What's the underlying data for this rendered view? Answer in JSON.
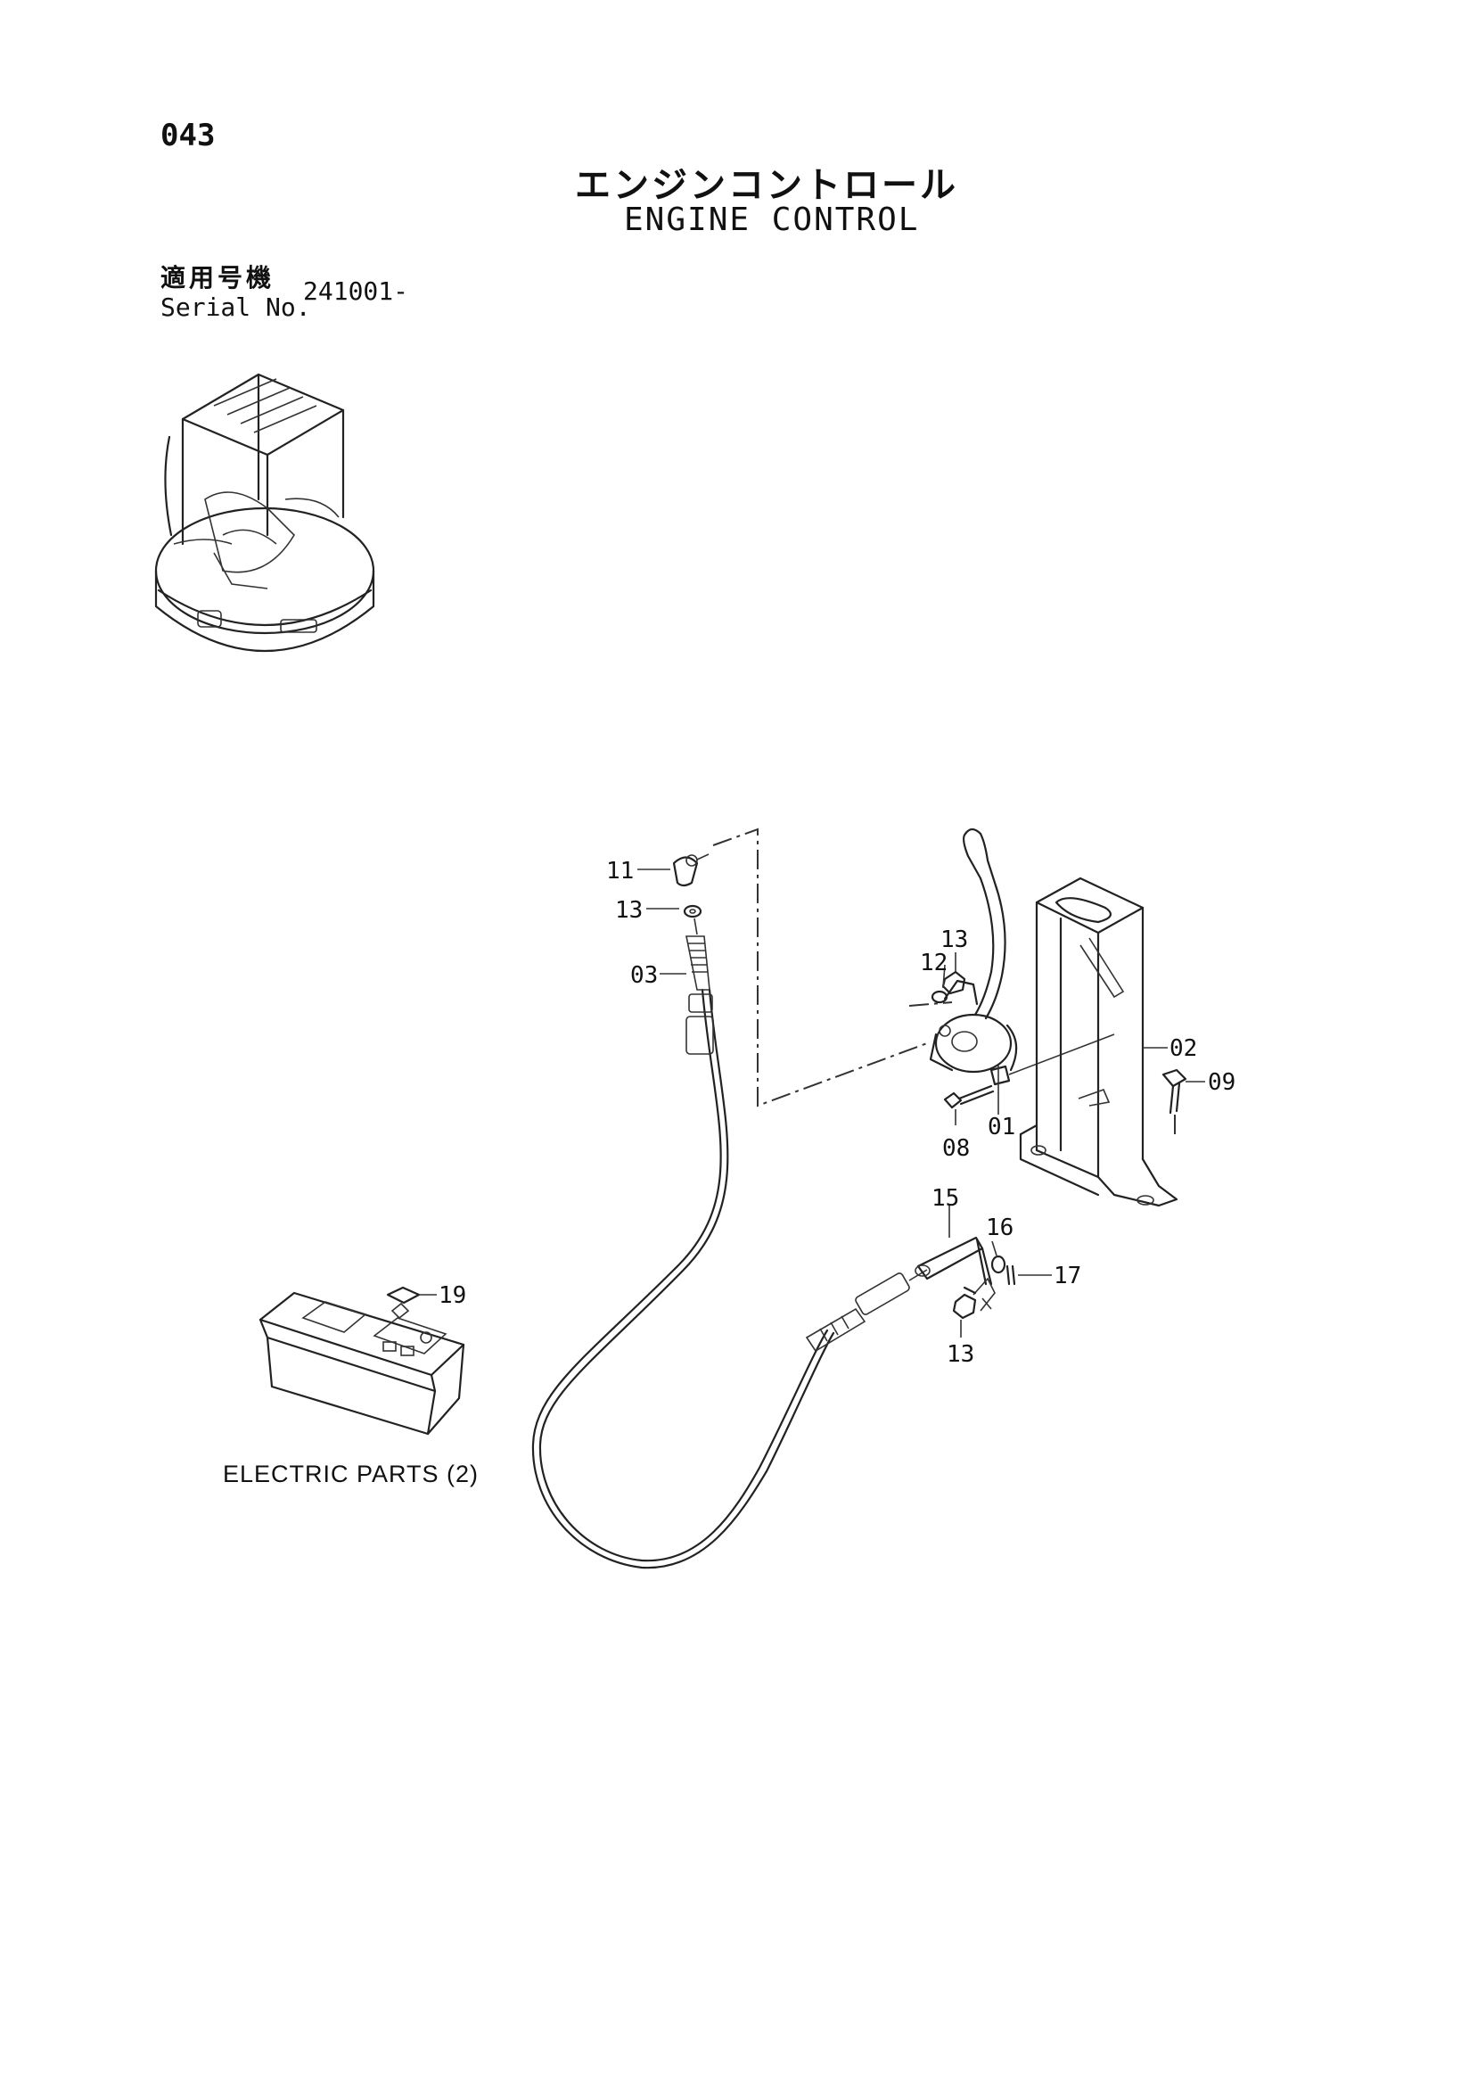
{
  "page_number": "043",
  "title_jp": "エンジンコントロール",
  "title_en": "ENGINE CONTROL",
  "serial": {
    "label_jp": "適用号機",
    "label_en": "Serial No.",
    "value": "241001-"
  },
  "electric_parts_label": "ELECTRIC  PARTS (2)",
  "part_labels": {
    "p11": "11",
    "p13a": "13",
    "p03": "03",
    "p13b": "13",
    "p12": "12",
    "p02": "02",
    "p09": "09",
    "p08": "08",
    "p01": "01",
    "p15": "15",
    "p16": "16",
    "p17": "17",
    "p13c": "13",
    "p19": "19"
  }
}
